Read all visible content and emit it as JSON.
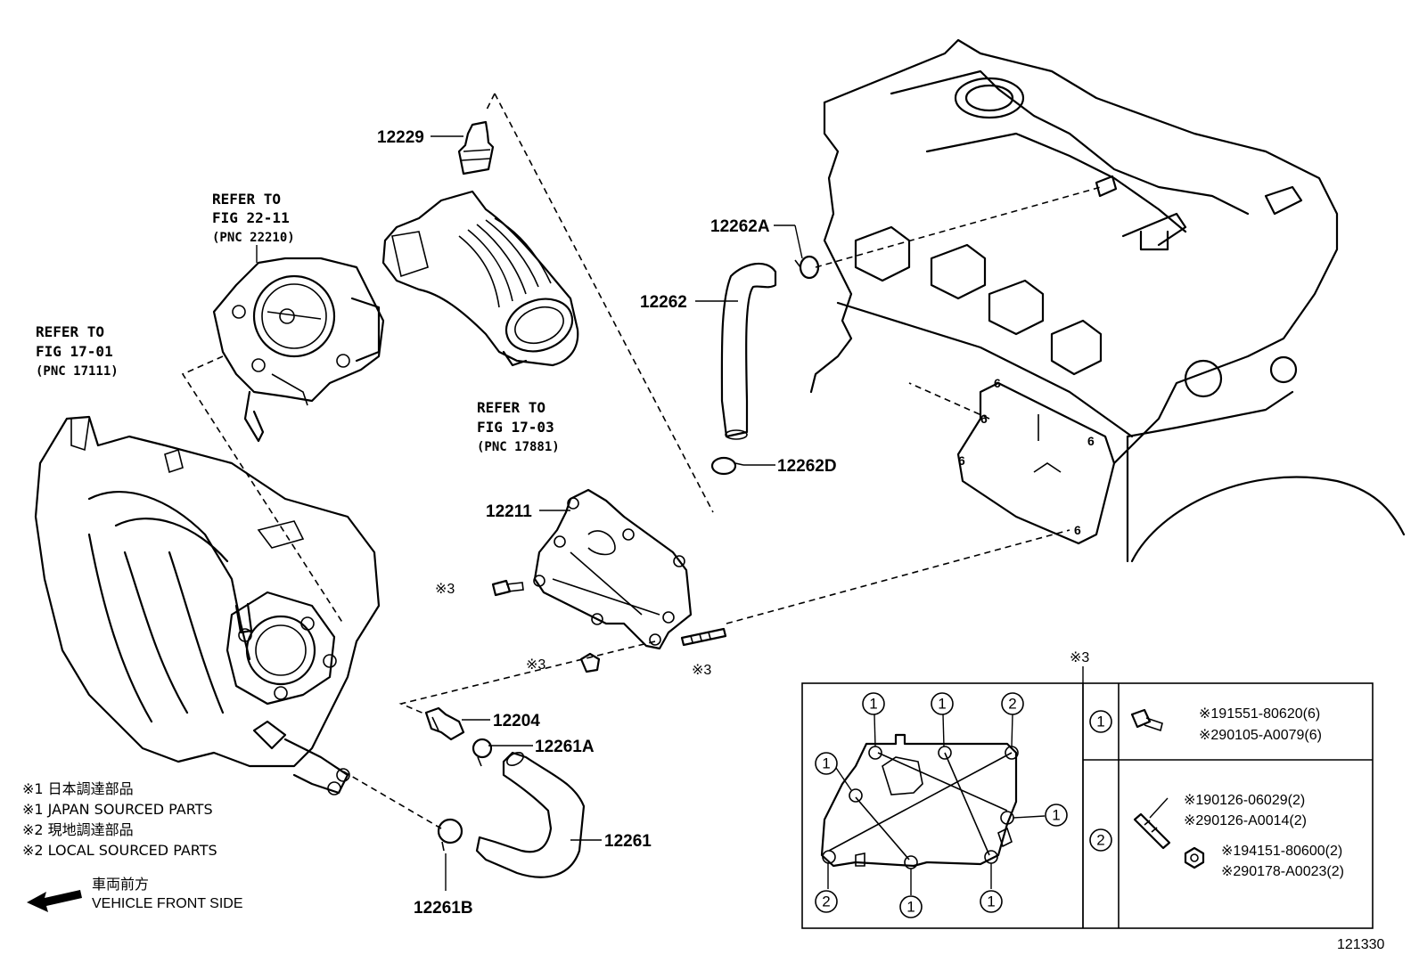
{
  "labels": {
    "p12229": "12229",
    "p12262A": "12262A",
    "p12262": "12262",
    "p12262D": "12262D",
    "p12211": "12211",
    "p12204": "12204",
    "p12261A": "12261A",
    "p12261": "12261",
    "p12261B": "12261B"
  },
  "references": [
    {
      "line1": "REFER TO",
      "line2": "FIG 22-11",
      "line3": "(PNC 22210)"
    },
    {
      "line1": "REFER TO",
      "line2": "FIG 17-01",
      "line3": "(PNC 17111)"
    },
    {
      "line1": "REFER TO",
      "line2": "FIG 17-03",
      "line3": "(PNC 17881)"
    }
  ],
  "callouts": {
    "mark3_a": "※3",
    "mark3_b": "※3",
    "mark3_c": "※3",
    "table_ref": "※3"
  },
  "notes": [
    "※1 日本調達部品",
    "※1 JAPAN SOURCED PARTS",
    "※2 現地調達部品",
    "※2 LOCAL SOURCED PARTS"
  ],
  "direction": {
    "line1": "車両前方",
    "line2": "VEHICLE FRONT SIDE"
  },
  "table": {
    "row1": {
      "key": "1",
      "parts": [
        "※191551-80620(6)",
        "※290105-A0079(6)"
      ]
    },
    "row2": {
      "key": "2",
      "parts_stud": [
        "※190126-06029(2)",
        "※290126-A0014(2)"
      ],
      "parts_nut": [
        "※194151-80600(2)",
        "※290178-A0023(2)"
      ]
    },
    "gasket_positions": [
      "1",
      "1",
      "2",
      "1",
      "1",
      "1",
      "2",
      "1",
      "1"
    ]
  },
  "figure_id": "121330"
}
